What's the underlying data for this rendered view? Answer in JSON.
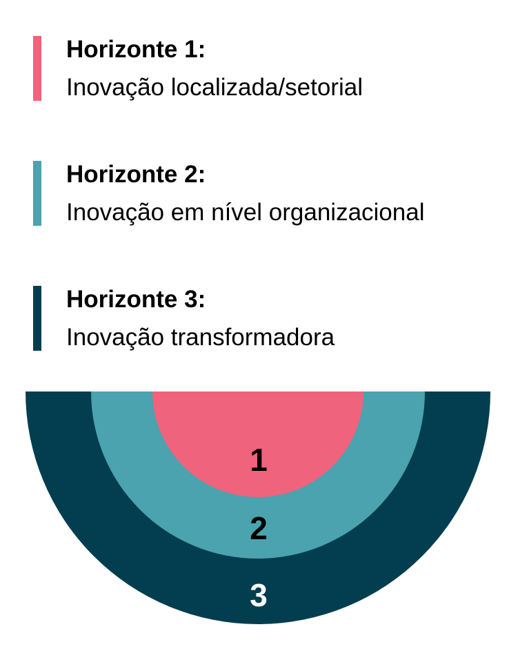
{
  "horizons": [
    {
      "title": "Horizonte 1:",
      "description": "Inovação localizada/setorial",
      "color": "#f0637c",
      "number": "1",
      "number_color": "#000000"
    },
    {
      "title": "Horizonte 2:",
      "description": "Inovação em nível organizacional",
      "color": "#4aa3ae",
      "number": "2",
      "number_color": "#000000"
    },
    {
      "title": "Horizonte 3:",
      "description": "Inovação transformadora",
      "color": "#023e4f",
      "number": "3",
      "number_color": "#ffffff"
    }
  ]
}
